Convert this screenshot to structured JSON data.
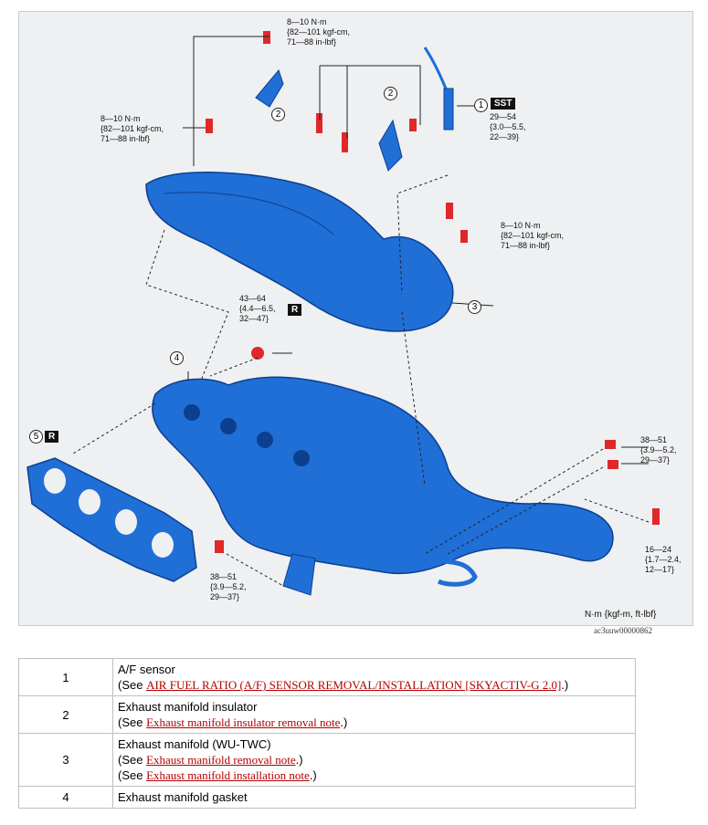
{
  "diagram": {
    "torque_labels": [
      {
        "id": "t1",
        "text": "8—10 N·m\n{82—101 kgf-cm,\n71—88 in-lbf}"
      },
      {
        "id": "t2",
        "text": "8—10 N·m\n{82—101 kgf-cm,\n71—88 in-lbf}"
      },
      {
        "id": "t3",
        "text": "8—10 N·m\n{82—101 kgf-cm,\n71—88 in-lbf}"
      },
      {
        "id": "t4",
        "text": "29—54\n{3.0—5.5,\n22—39}"
      },
      {
        "id": "t5",
        "text": "43—64\n{4.4—6.5,\n32—47}"
      },
      {
        "id": "t6",
        "text": "38—51\n{3.9—5.2,\n29—37}"
      },
      {
        "id": "t7",
        "text": "38—51\n{3.9—5.2,\n29—37}"
      },
      {
        "id": "t8",
        "text": "16—24\n{1.7—2.4,\n12—17}"
      }
    ],
    "callouts": {
      "c1": "1",
      "c2a": "2",
      "c2b": "2",
      "c3": "3",
      "c4": "4",
      "c5": "5"
    },
    "tags": {
      "sst": "SST",
      "r1": "R",
      "r2": "R"
    },
    "units": "N·m {kgf-m, ft-lbf}",
    "figure_id": "ac3uuw00000862",
    "colors": {
      "part": "#1f6fd6",
      "part_dark": "#0d3f8f",
      "bolt": "#e0282b",
      "leader": "#222222"
    }
  },
  "table": {
    "rows": [
      {
        "num": "1",
        "name": "A/F sensor",
        "refs": [
          {
            "pre": "(See ",
            "link": "AIR FUEL RATIO (A/F) SENSOR REMOVAL/INSTALLATION [SKYACTIV-G 2.0]",
            "post": ".)"
          }
        ]
      },
      {
        "num": "2",
        "name": "Exhaust manifold insulator",
        "refs": [
          {
            "pre": "(See ",
            "link": "Exhaust manifold insulator removal note",
            "post": ".)"
          }
        ]
      },
      {
        "num": "3",
        "name": "Exhaust manifold (WU-TWC)",
        "refs": [
          {
            "pre": "(See ",
            "link": "Exhaust manifold removal note",
            "post": ".)"
          },
          {
            "pre": "(See ",
            "link": "Exhaust manifold installation note",
            "post": ".)"
          }
        ]
      },
      {
        "num": "4",
        "name": "Exhaust manifold gasket",
        "refs": []
      }
    ]
  }
}
